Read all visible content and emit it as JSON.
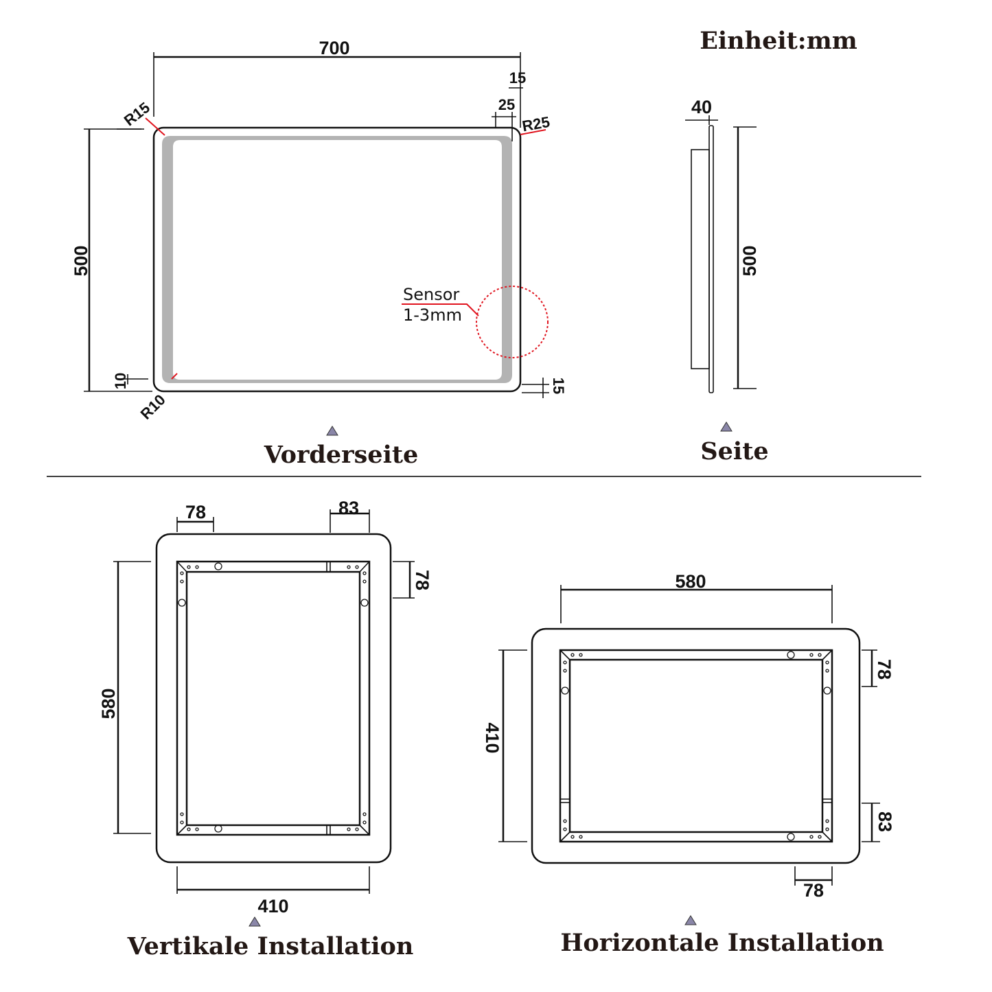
{
  "unit_label": "Einheit:mm",
  "front": {
    "title": "Vorderseite",
    "width": "700",
    "height": "500",
    "corner_top_left": "R15",
    "corner_top_right": "R25",
    "corner_bottom_left": "R10",
    "offset_top": "15",
    "led_width": "25",
    "offset_left": "10",
    "offset_bottom": "15",
    "sensor_label": "Sensor",
    "sensor_range": "1-3mm"
  },
  "side": {
    "title": "Seite",
    "depth": "40",
    "height": "500"
  },
  "vertical": {
    "title": "Vertikale Installation",
    "top_left": "78",
    "top_right": "83",
    "right": "78",
    "height": "580",
    "width": "410"
  },
  "horizontal": {
    "title": "Horizontale Installation",
    "width": "580",
    "right_top": "78",
    "height": "410",
    "right_bottom": "83",
    "bottom": "78"
  },
  "colors": {
    "led": "#b3b3b3",
    "sensor": "#e0141e",
    "marker": "#8a86a8"
  }
}
